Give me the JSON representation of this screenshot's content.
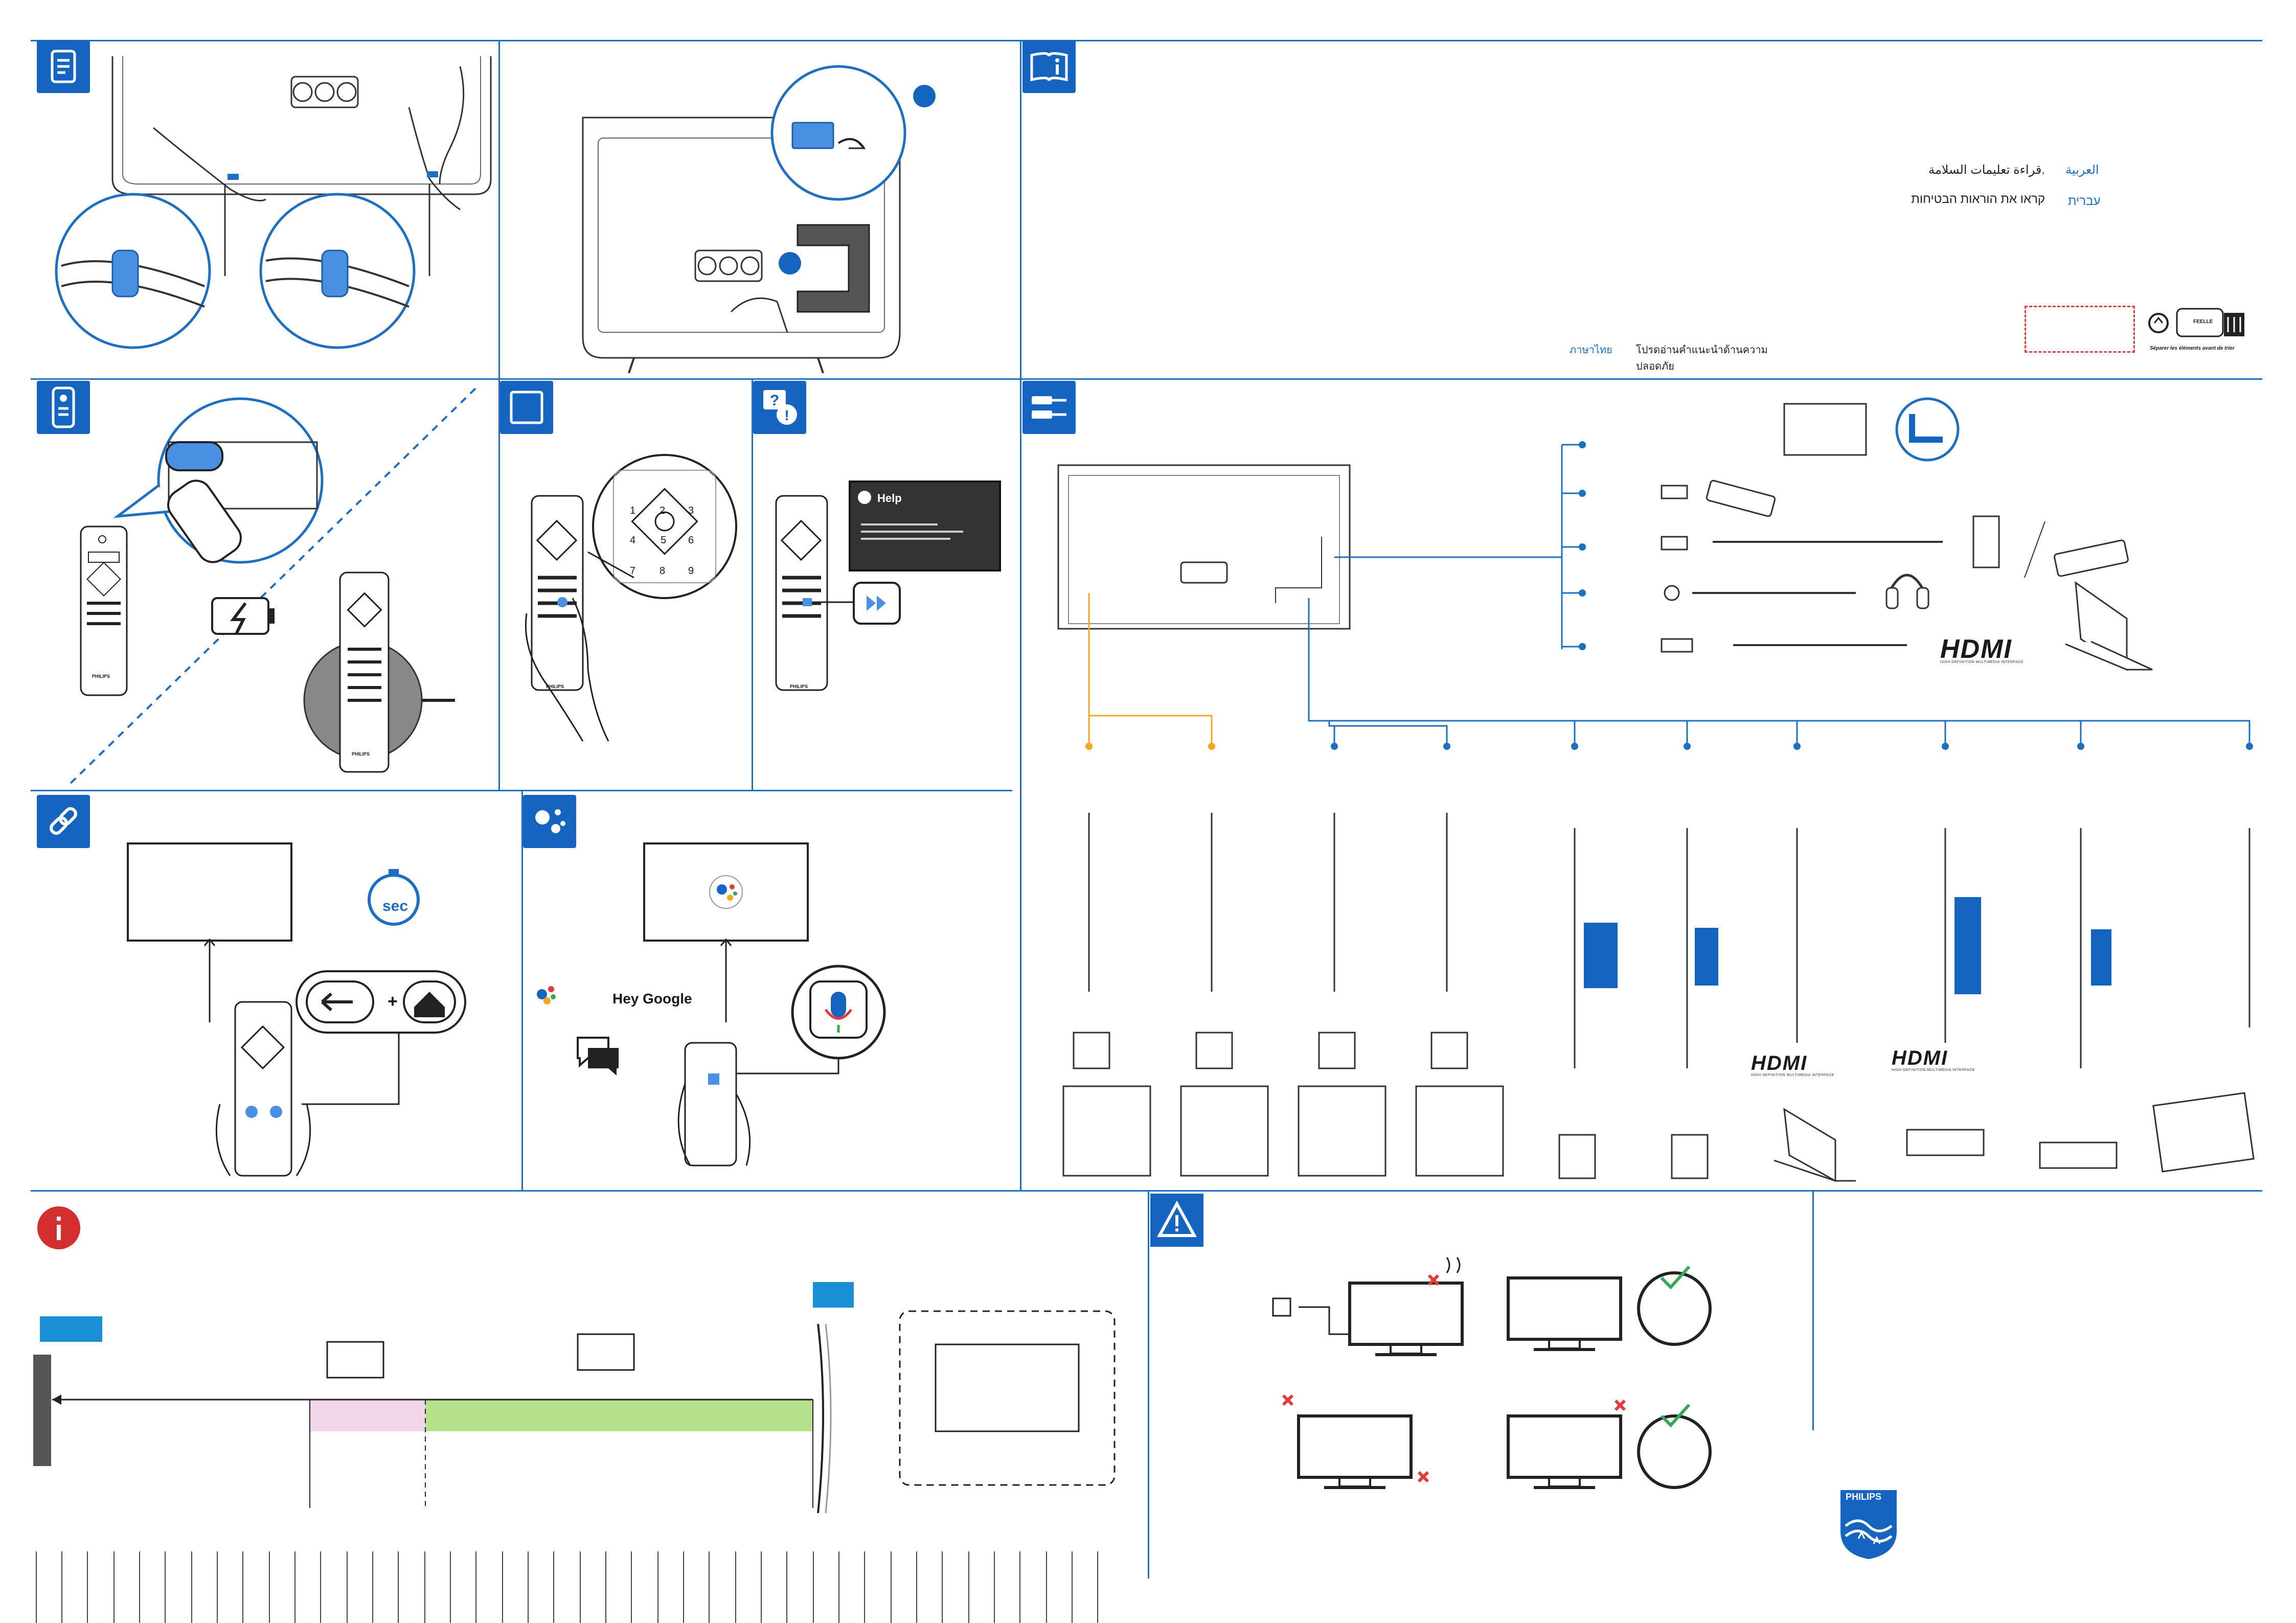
{
  "languages": [
    {
      "label": "العربية",
      "text": "قراءة تعليمات السلامة."
    },
    {
      "label": "עברית",
      "text": "קראו את הוראות הבטיחות"
    },
    {
      "label": "ภาษาไทย",
      "text": "โปรดอ่านคำแนะนำด้านความปลอดภัย"
    }
  ],
  "recycle": {
    "badge": "FEELLE",
    "caption": "Séparer les éléments avant de trier"
  },
  "sections": {
    "remote_help": {
      "title": "Help"
    },
    "voice": {
      "hey_google": "Hey Google"
    },
    "pairing": {
      "timer_label": "sec",
      "plus": "+"
    },
    "numpad": [
      "1",
      "2",
      "3",
      "4",
      "5",
      "6",
      "7",
      "8",
      "9"
    ]
  },
  "connections": {
    "hdmi_label": "HDMI",
    "hdmi_tagline": "HIGH-DEFINITION MULTIMEDIA INTERFACE"
  },
  "brand": {
    "remote_brand": "PHILIPS",
    "shield_label": "PHILIPS"
  },
  "colors": {
    "accent": "#1565c0",
    "line": "#1f6fc1",
    "orange": "#f5a623",
    "pink": "#f3d5ea",
    "green": "#b5e08c"
  }
}
